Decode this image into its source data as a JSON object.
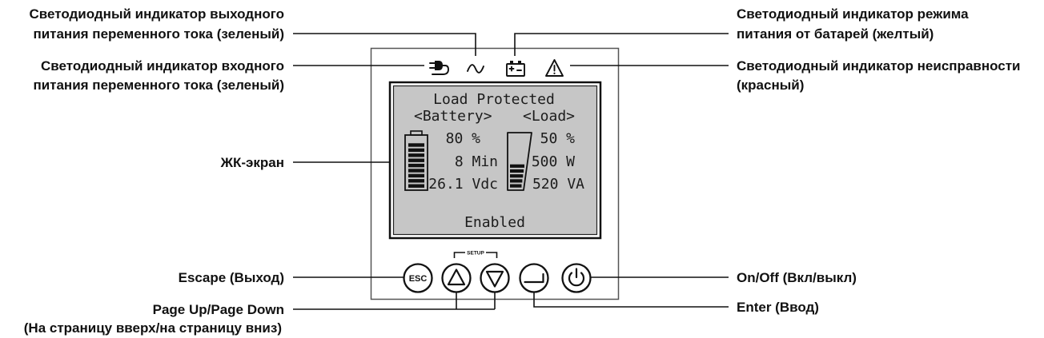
{
  "callouts": {
    "ac_output_led": {
      "lines": [
        "Светодиодный индикатор выходного",
        "питания переменного тока (зеленый)"
      ]
    },
    "ac_input_led": {
      "lines": [
        "Светодиодный индикатор входного",
        "питания переменного тока (зеленый)"
      ]
    },
    "lcd_screen": {
      "lines": [
        "ЖК-экран"
      ]
    },
    "escape_button": {
      "lines": [
        "Escape (Выход)"
      ]
    },
    "page_buttons": {
      "lines": [
        "Page Up/Page Down",
        "(На страницу вверх/на страницу вниз)"
      ]
    },
    "battery_mode_led": {
      "lines": [
        "Светодиодный индикатор режима",
        "питания от батарей (желтый)"
      ]
    },
    "fault_led": {
      "lines": [
        "Светодиодный индикатор неисправности",
        "(красный)"
      ]
    },
    "on_off_button": {
      "lines": [
        "On/Off (Вкл/выкл)"
      ]
    },
    "enter_button": {
      "lines": [
        "Enter (Ввод)"
      ]
    }
  },
  "panel": {
    "led_icons": [
      "plug-icon",
      "sine-wave-icon",
      "battery-icon",
      "warning-icon"
    ],
    "lcd": {
      "status": "Load Protected",
      "battery_header": "<Battery>",
      "load_header": "<Load>",
      "battery_charge": "80 %",
      "battery_runtime": "8 Min",
      "battery_voltage": "26.1 Vdc",
      "load_percent": "50 %",
      "load_power": "500 W",
      "load_apparent_power": "520 VA",
      "footer": "Enabled",
      "battery_gauge_bars_lit": 9,
      "load_gauge_bars_lit": 5
    },
    "buttons": {
      "esc_label": "ESC",
      "setup_label": "SETUP",
      "icons": [
        "up-triangle-icon",
        "down-triangle-icon",
        "enter-icon",
        "power-icon"
      ]
    }
  },
  "colors": {
    "lcd_background": "#c6c6c6",
    "ink": "#111111"
  }
}
